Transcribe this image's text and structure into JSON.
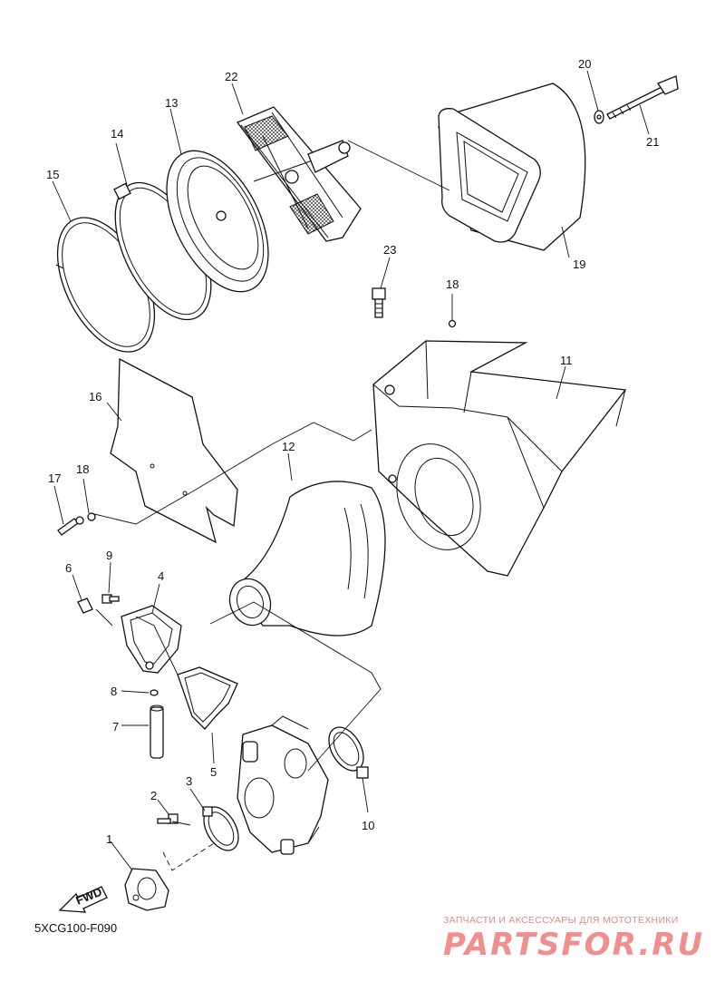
{
  "diagram_code": "5XCG100-F090",
  "direction_badge": "FWD",
  "watermark": {
    "caption": "ЗАПЧАСТИ И АКСЕССУАРЫ ДЛЯ МОТОТЕХНИКИ",
    "logo": "PARTSFOR.RU"
  },
  "callouts": {
    "c1": "1",
    "c2": "2",
    "c3": "3",
    "c4": "4",
    "c5": "5",
    "c6": "6",
    "c7": "7",
    "c8": "8",
    "c9": "9",
    "c10": "10",
    "c11": "11",
    "c12": "12",
    "c13": "13",
    "c14": "14",
    "c15": "15",
    "c16": "16",
    "c17": "17",
    "c18a": "18",
    "c18b": "18",
    "c19": "19",
    "c20": "20",
    "c21": "21",
    "c22": "22",
    "c23": "23"
  }
}
